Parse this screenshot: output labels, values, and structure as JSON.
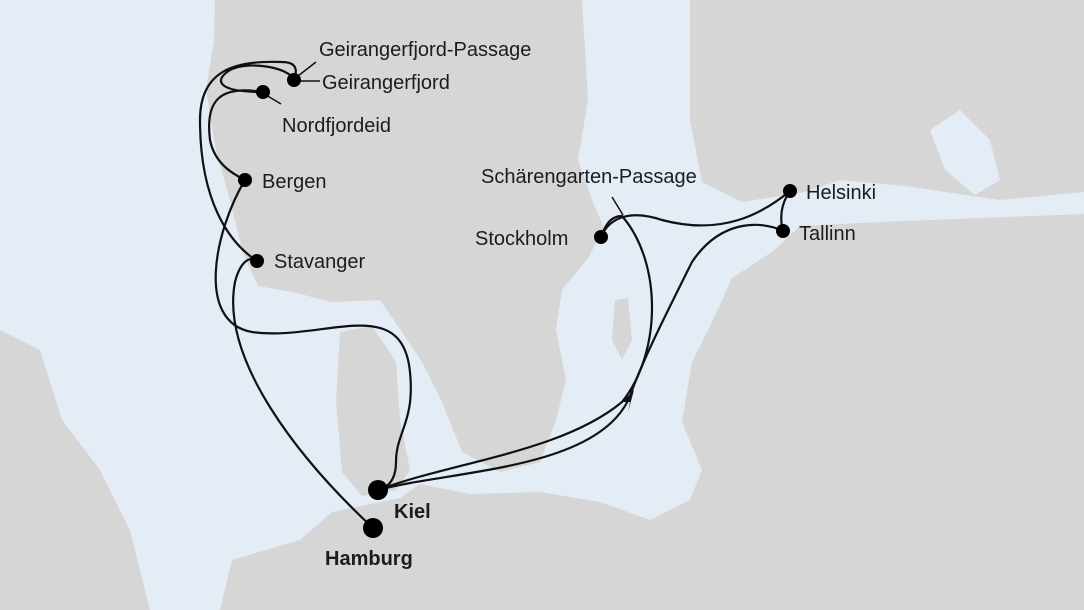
{
  "map": {
    "colors": {
      "sea": "#e4ecf5",
      "land": "#d6d6d6",
      "route": "#111111"
    },
    "ports": [
      {
        "name": "Geirangerfjord-Passage",
        "type": "passage"
      },
      {
        "name": "Geirangerfjord",
        "type": "port"
      },
      {
        "name": "Nordfjordeid",
        "type": "port"
      },
      {
        "name": "Bergen",
        "type": "port"
      },
      {
        "name": "Stavanger",
        "type": "port"
      },
      {
        "name": "Schärengarten-Passage",
        "type": "passage"
      },
      {
        "name": "Stockholm",
        "type": "port"
      },
      {
        "name": "Helsinki",
        "type": "port"
      },
      {
        "name": "Tallinn",
        "type": "port"
      },
      {
        "name": "Kiel",
        "type": "start/end port"
      },
      {
        "name": "Hamburg",
        "type": "start port"
      }
    ]
  }
}
